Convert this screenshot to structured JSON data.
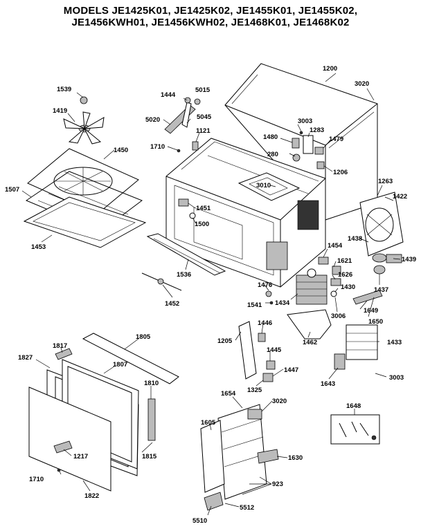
{
  "title": {
    "line1": "MODELS JE1425K01, JE1425K02, JE1455K01, JE1455K02,",
    "line2": "JE1456KWH01, JE1456KWH02, JE1468K01, JE1468K02"
  },
  "labels": {
    "p1200": "1200",
    "p3020a": "3020",
    "p1539": "1539",
    "p1444": "1444",
    "p5015": "5015",
    "p1419": "1419",
    "p5020": "5020",
    "p5045": "5045",
    "p3003a": "3003",
    "p1283": "1283",
    "p1121": "1121",
    "p1480": "1480",
    "p1479": "1479",
    "p1710a": "1710",
    "p1450": "1450",
    "p280": "280",
    "p1206": "1206",
    "p1507": "1507",
    "p3010": "3010",
    "p1263": "1263",
    "p1422": "1422",
    "p1451": "1451",
    "p1500": "1500",
    "p1453": "1453",
    "p1438": "1438",
    "p1454": "1454",
    "p1621": "1621",
    "p1439": "1439",
    "p1536": "1536",
    "p1626": "1626",
    "p1476": "1476",
    "p1437": "1437",
    "p1430": "1430",
    "p1452": "1452",
    "p1541": "1541",
    "p1434": "1434",
    "p1649": "1649",
    "p3006": "3006",
    "p1650": "1650",
    "p1446": "1446",
    "p1817": "1817",
    "p1805": "1805",
    "p1205": "1205",
    "p1462": "1462",
    "p1433": "1433",
    "p1827": "1827",
    "p1807": "1807",
    "p1445": "1445",
    "p1447": "1447",
    "p1643": "1643",
    "p3003b": "3003",
    "p1810": "1810",
    "p1325": "1325",
    "p1654": "1654",
    "p3020b": "3020",
    "p1648": "1648",
    "p1605": "1605",
    "p1217": "1217",
    "p1815": "1815",
    "p1630": "1630",
    "p1710b": "1710",
    "p923": "923",
    "p1822": "1822",
    "p5510": "5510",
    "p5512": "5512"
  }
}
